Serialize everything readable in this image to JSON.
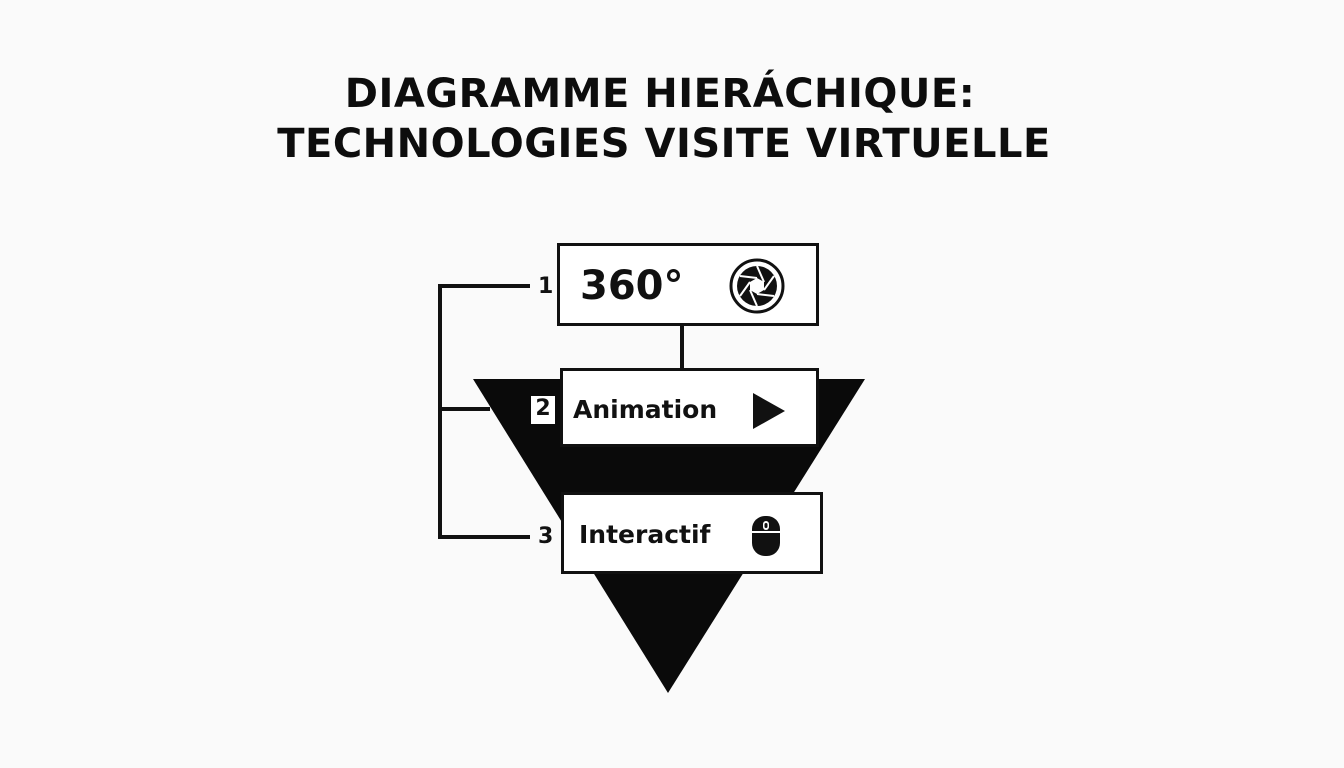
{
  "title": {
    "line1": "DIAGRAMME HIERÁCHIQUE:",
    "line2": "TECHNOLOGIES VISITE VIRTUELLE"
  },
  "levels": [
    {
      "number": "1",
      "label": "360°",
      "icon": "camera-aperture-icon"
    },
    {
      "number": "2",
      "label": "Animation",
      "icon": "play-icon"
    },
    {
      "number": "3",
      "label": "Interactif",
      "icon": "mouse-icon"
    }
  ],
  "colors": {
    "background": "#fafafa",
    "ink": "#111111",
    "box_fill": "#ffffff"
  }
}
